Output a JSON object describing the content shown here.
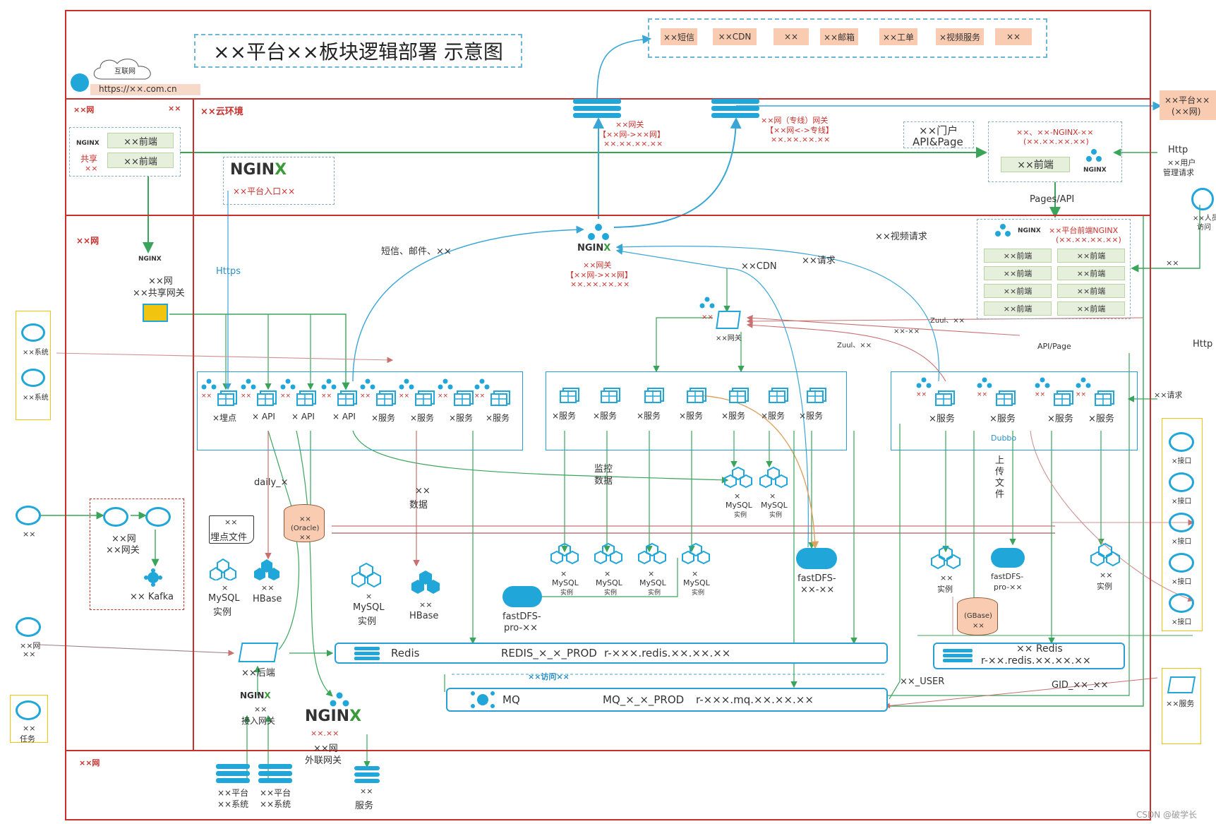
{
  "title": "××平台××板块逻辑部署 示意图",
  "internet": {
    "cloud_label": "互联网",
    "url": "https://××.com.cn"
  },
  "top_services": [
    "××短信",
    "××CDN",
    "××",
    "××邮箱",
    "××工单",
    "×视频服务",
    "××"
  ],
  "zones": {
    "left_net": "××网",
    "left_net_right": "××",
    "cloud": "××云环境",
    "mid_left": "××网",
    "bottom": "××网"
  },
  "shared_frontend": {
    "label1": "××前端",
    "label2": "××前端",
    "tag": "共享",
    "sub": "××"
  },
  "nginx_entry": {
    "sub": "××平台入口××"
  },
  "gateway_top1": {
    "name": "××网关",
    "route": "【××网->××网】",
    "ip": "××.××.××.××"
  },
  "gateway_top2": {
    "name": "××网（专线）网关",
    "route": "【××网<->专线】",
    "ip": "××.××.××.××"
  },
  "right_platform": {
    "line1": "××平台××",
    "line2": "(××网)"
  },
  "portal": {
    "line1": "××门户",
    "line2": "API&Page"
  },
  "nginx_frontend_box": {
    "line1": "××、××-NGINX-××",
    "line2": "(××.××.××.××)",
    "frontend": "××前端"
  },
  "http_user": {
    "http": "Http",
    "line1": "××用户",
    "line2": "管理请求"
  },
  "pages_api": "Pages/API",
  "platform_nginx": {
    "title": "××平台前端NGINX",
    "ip": "(××.××.××.××)",
    "items": [
      "××前端",
      "××前端",
      "××前端",
      "××前端",
      "××前端",
      "××前端",
      "××前端",
      "××前端"
    ]
  },
  "person_access": {
    "line1": "××人员",
    "line2": "访问"
  },
  "right_labels": {
    "xx": "××",
    "http": "Http",
    "req": "××请求",
    "api_page": "API/Page"
  },
  "shared_gateway": {
    "line1": "××网",
    "line2": "××共享网关"
  },
  "https_label": "Https",
  "sms_mail": "短信、邮件、××",
  "center_gateway": {
    "name": "××网关",
    "route": "【××网->××网】",
    "ip": "××.××.××.××"
  },
  "video_req": "××视频请求",
  "cdn": "××CDN",
  "req": "××请求",
  "zuul_gateway": {
    "xx": "××",
    "name": "××网关"
  },
  "zuul1": "Zuul、××",
  "zuul2": "Zuul、××",
  "xxxx": "××-××",
  "left_systems": [
    "××系统",
    "××系统"
  ],
  "group1": {
    "labels": [
      "×埋点",
      "× API",
      "× API",
      "× API",
      "×服务",
      "×服务",
      "×服务",
      "×服务"
    ]
  },
  "group2": {
    "labels": [
      "×服务",
      "×服务",
      "×服务",
      "×服务",
      "×服务",
      "×服务",
      "×服务"
    ]
  },
  "group3": {
    "labels": [
      "×服务",
      "×服务",
      "×服务",
      "×服务"
    ],
    "dubbo": "Dubbo"
  },
  "daily": "daily_×",
  "monitor": {
    "line1": "监控",
    "line2": "数据"
  },
  "xx_data": {
    "line1": "××",
    "line2": "数据"
  },
  "upload": "上传文件",
  "tracking_file": {
    "line1": "××",
    "line2": "埋点文件"
  },
  "oracle": {
    "line1": "××",
    "line2": "(Oracle)",
    "line3": "××"
  },
  "mysql_left": {
    "line1": "×",
    "line2": "MySQL",
    "line3": "实例"
  },
  "hbase_left": {
    "line1": "××",
    "line2": "HBase"
  },
  "mysql_mid": {
    "line1": "×",
    "line2": "MySQL",
    "line3": "实例"
  },
  "hbase_mid": {
    "line1": "××",
    "line2": "HBase"
  },
  "mysql_pair": [
    {
      "line1": "×",
      "line2": "MySQL",
      "line3": "实例"
    },
    {
      "line1": "×",
      "line2": "MySQL",
      "line3": "实例"
    }
  ],
  "mysql_row": [
    {
      "line1": "×",
      "line2": "MySQL",
      "line3": "实例"
    },
    {
      "line1": "×",
      "line2": "MySQL",
      "line3": "实例"
    },
    {
      "line1": "×",
      "line2": "MySQL",
      "line3": "实例"
    },
    {
      "line1": "×",
      "line2": "MySQL",
      "line3": "实例"
    }
  ],
  "fastdfs_mid": {
    "line1": "fastDFS-",
    "line2": "pro-××"
  },
  "fastdfs_right": {
    "line1": "fastDFS-",
    "line2": "××-××"
  },
  "fastdfs_r2": {
    "line1": "fastDFS-",
    "line2": "pro-××"
  },
  "inst_r1": {
    "line1": "××",
    "line2": "实例"
  },
  "inst_r2": {
    "line1": "××",
    "line2": "实例"
  },
  "gbase": {
    "line1": "(GBase)",
    "line2": "××"
  },
  "redis": {
    "name": "Redis",
    "prod": "REDIS_×_×_PROD",
    "addr": "r-×××.redis.××.××.××"
  },
  "redis_right": {
    "line1": "×× Redis",
    "line2": "r-××.redis.××.××.××"
  },
  "xx_access": "××访问××",
  "mq": {
    "name": "MQ",
    "prod": "MQ_×_×_PROD",
    "addr": "r-×××.mq.××.××.××"
  },
  "xx_user": "××_USER",
  "gid": "GID_××_××",
  "backend": "××后端",
  "access_gateway": {
    "line1": "××",
    "line2": "接入网关"
  },
  "external_gateway": {
    "ip": "××.××",
    "line1": "××网",
    "line2": "外联网关"
  },
  "kafka_box": {
    "line1": "××网",
    "line2": "××网关",
    "kafka": "×× Kafka"
  },
  "left_xx": "××",
  "left_xx_net": {
    "line1": "××网",
    "line2": "××"
  },
  "task": {
    "line1": "××",
    "line2": "任务"
  },
  "right_interfaces": [
    "×接口",
    "×接口",
    "×接口",
    "×接口",
    "×接口"
  ],
  "right_service": "××服务",
  "bottom_systems": [
    {
      "line1": "××平台",
      "line2": "××系统"
    },
    {
      "line1": "××平台",
      "line2": "××系统"
    }
  ],
  "bottom_service": {
    "line1": "××",
    "line2": "服务"
  },
  "watermark": "CSDN @破学长",
  "colors": {
    "wire_green": "#3aa55a",
    "wire_blue": "#3aa6d6",
    "wire_red": "#d08080",
    "wire_orange": "#e0a060",
    "zone_red": "#c9302c",
    "icon_blue": "#21a6d9",
    "chip": "#f9cbb1"
  }
}
